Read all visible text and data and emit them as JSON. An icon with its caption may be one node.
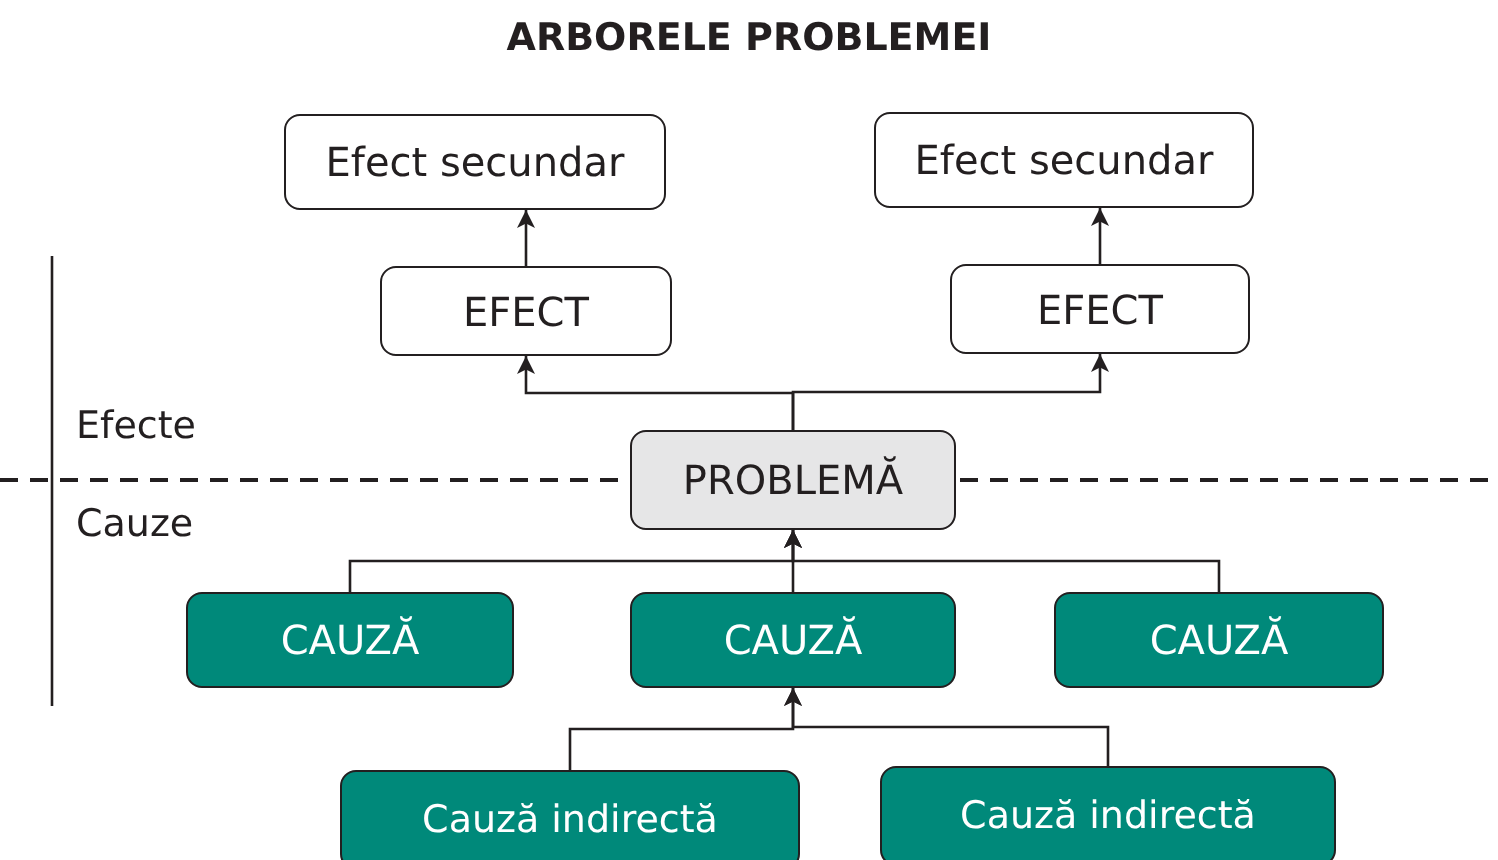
{
  "diagram": {
    "title": "ARBORELE PROBLEMEI",
    "nodes": [
      {
        "text": [
          "Efect secundar"
        ]
      },
      {
        "text": [
          "Efect secundar"
        ]
      },
      {
        "text": [
          "EFECT"
        ]
      },
      {
        "text": [
          "EFECT"
        ]
      },
      {
        "text": [
          "PROBLEMĂ"
        ]
      },
      {
        "text": [
          "CAUZĂ"
        ]
      },
      {
        "text": [
          "CAUZĂ"
        ]
      },
      {
        "text": [
          "CAUZĂ"
        ]
      },
      {
        "text": [
          "Cauză indirectă"
        ]
      },
      {
        "text": [
          "Cauză indirectă"
        ]
      }
    ],
    "edges": [
      {
        "from": 2,
        "to": 0,
        "arrow": "to"
      },
      {
        "from": 3,
        "to": 1,
        "arrow": "to"
      },
      {
        "from": 4,
        "to": 2,
        "arrow": "to"
      },
      {
        "from": 4,
        "to": 3,
        "arrow": "to"
      },
      {
        "from": 5,
        "to": 4,
        "arrow": "to"
      },
      {
        "from": 6,
        "to": 4,
        "arrow": "to"
      },
      {
        "from": 7,
        "to": 4,
        "arrow": "to"
      },
      {
        "from": 8,
        "to": 6,
        "arrow": "to"
      },
      {
        "from": 9,
        "to": 6,
        "arrow": "to"
      }
    ],
    "labels": [
      "Efecte",
      "Cauze"
    ]
  }
}
